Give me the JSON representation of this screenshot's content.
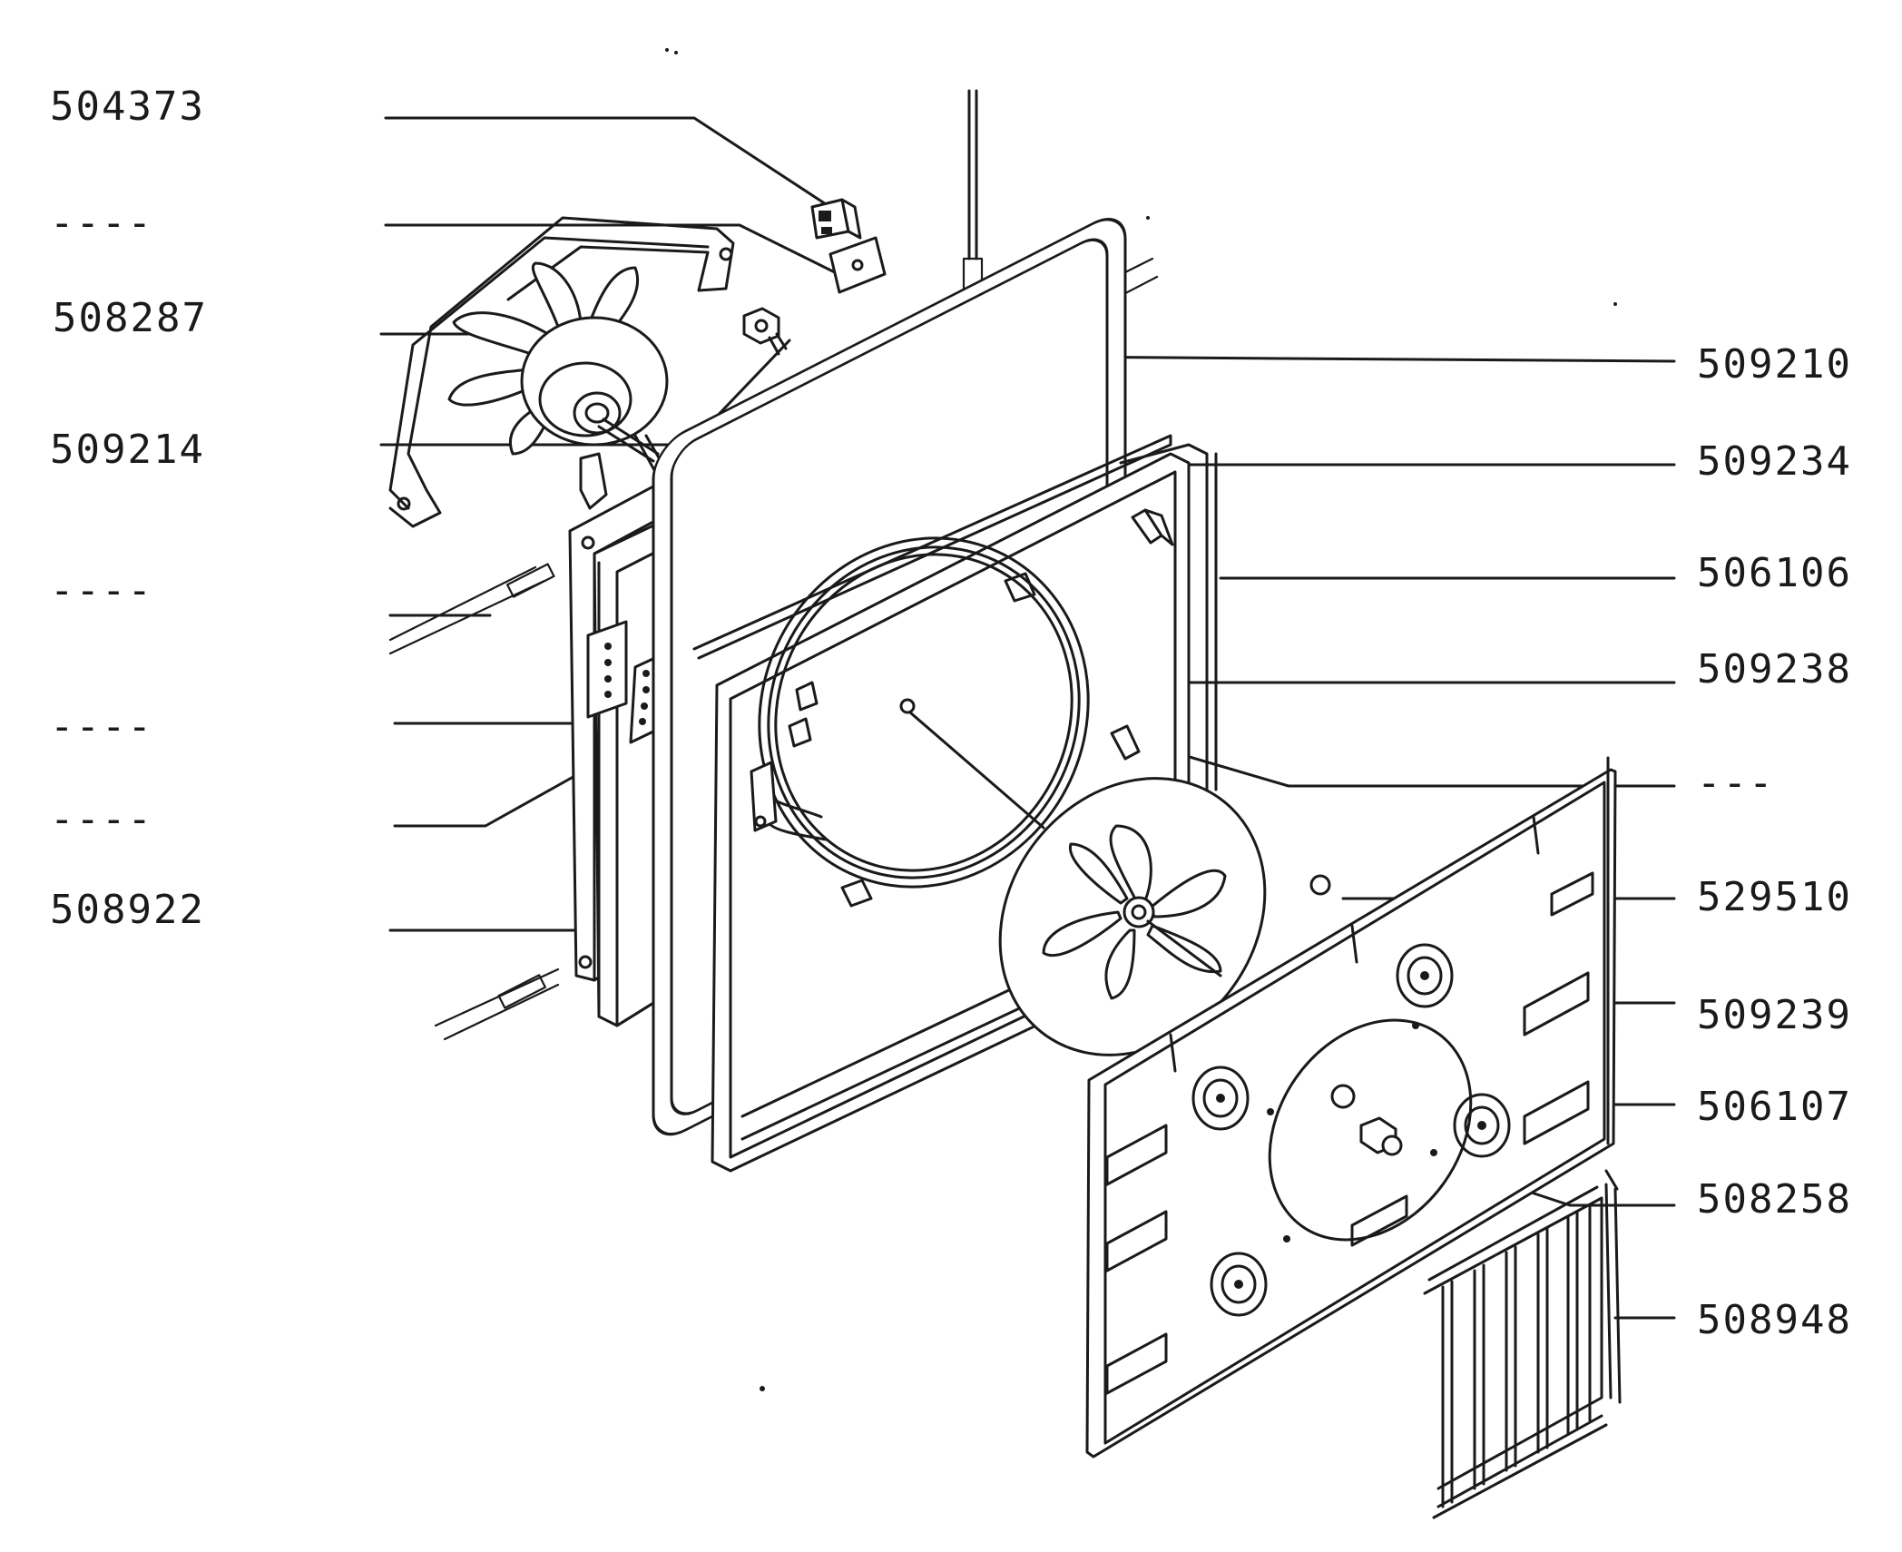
{
  "diagram": {
    "left_labels": [
      "504373",
      "----",
      "508287",
      "509214",
      "----",
      "----",
      "----",
      "508922"
    ],
    "right_labels": [
      "509210",
      "509234",
      "506106",
      "509238",
      "---",
      "529510",
      "509239",
      "506107",
      "508258",
      "508948"
    ]
  },
  "parts": {
    "fan_motor": "fan-motor-icon",
    "heating_element": "heating-element-icon",
    "fan_blade": "fan-blade-icon",
    "grille": "grille-icon"
  },
  "colors": {
    "ink": "#1a1a1a",
    "paper": "#ffffff"
  }
}
